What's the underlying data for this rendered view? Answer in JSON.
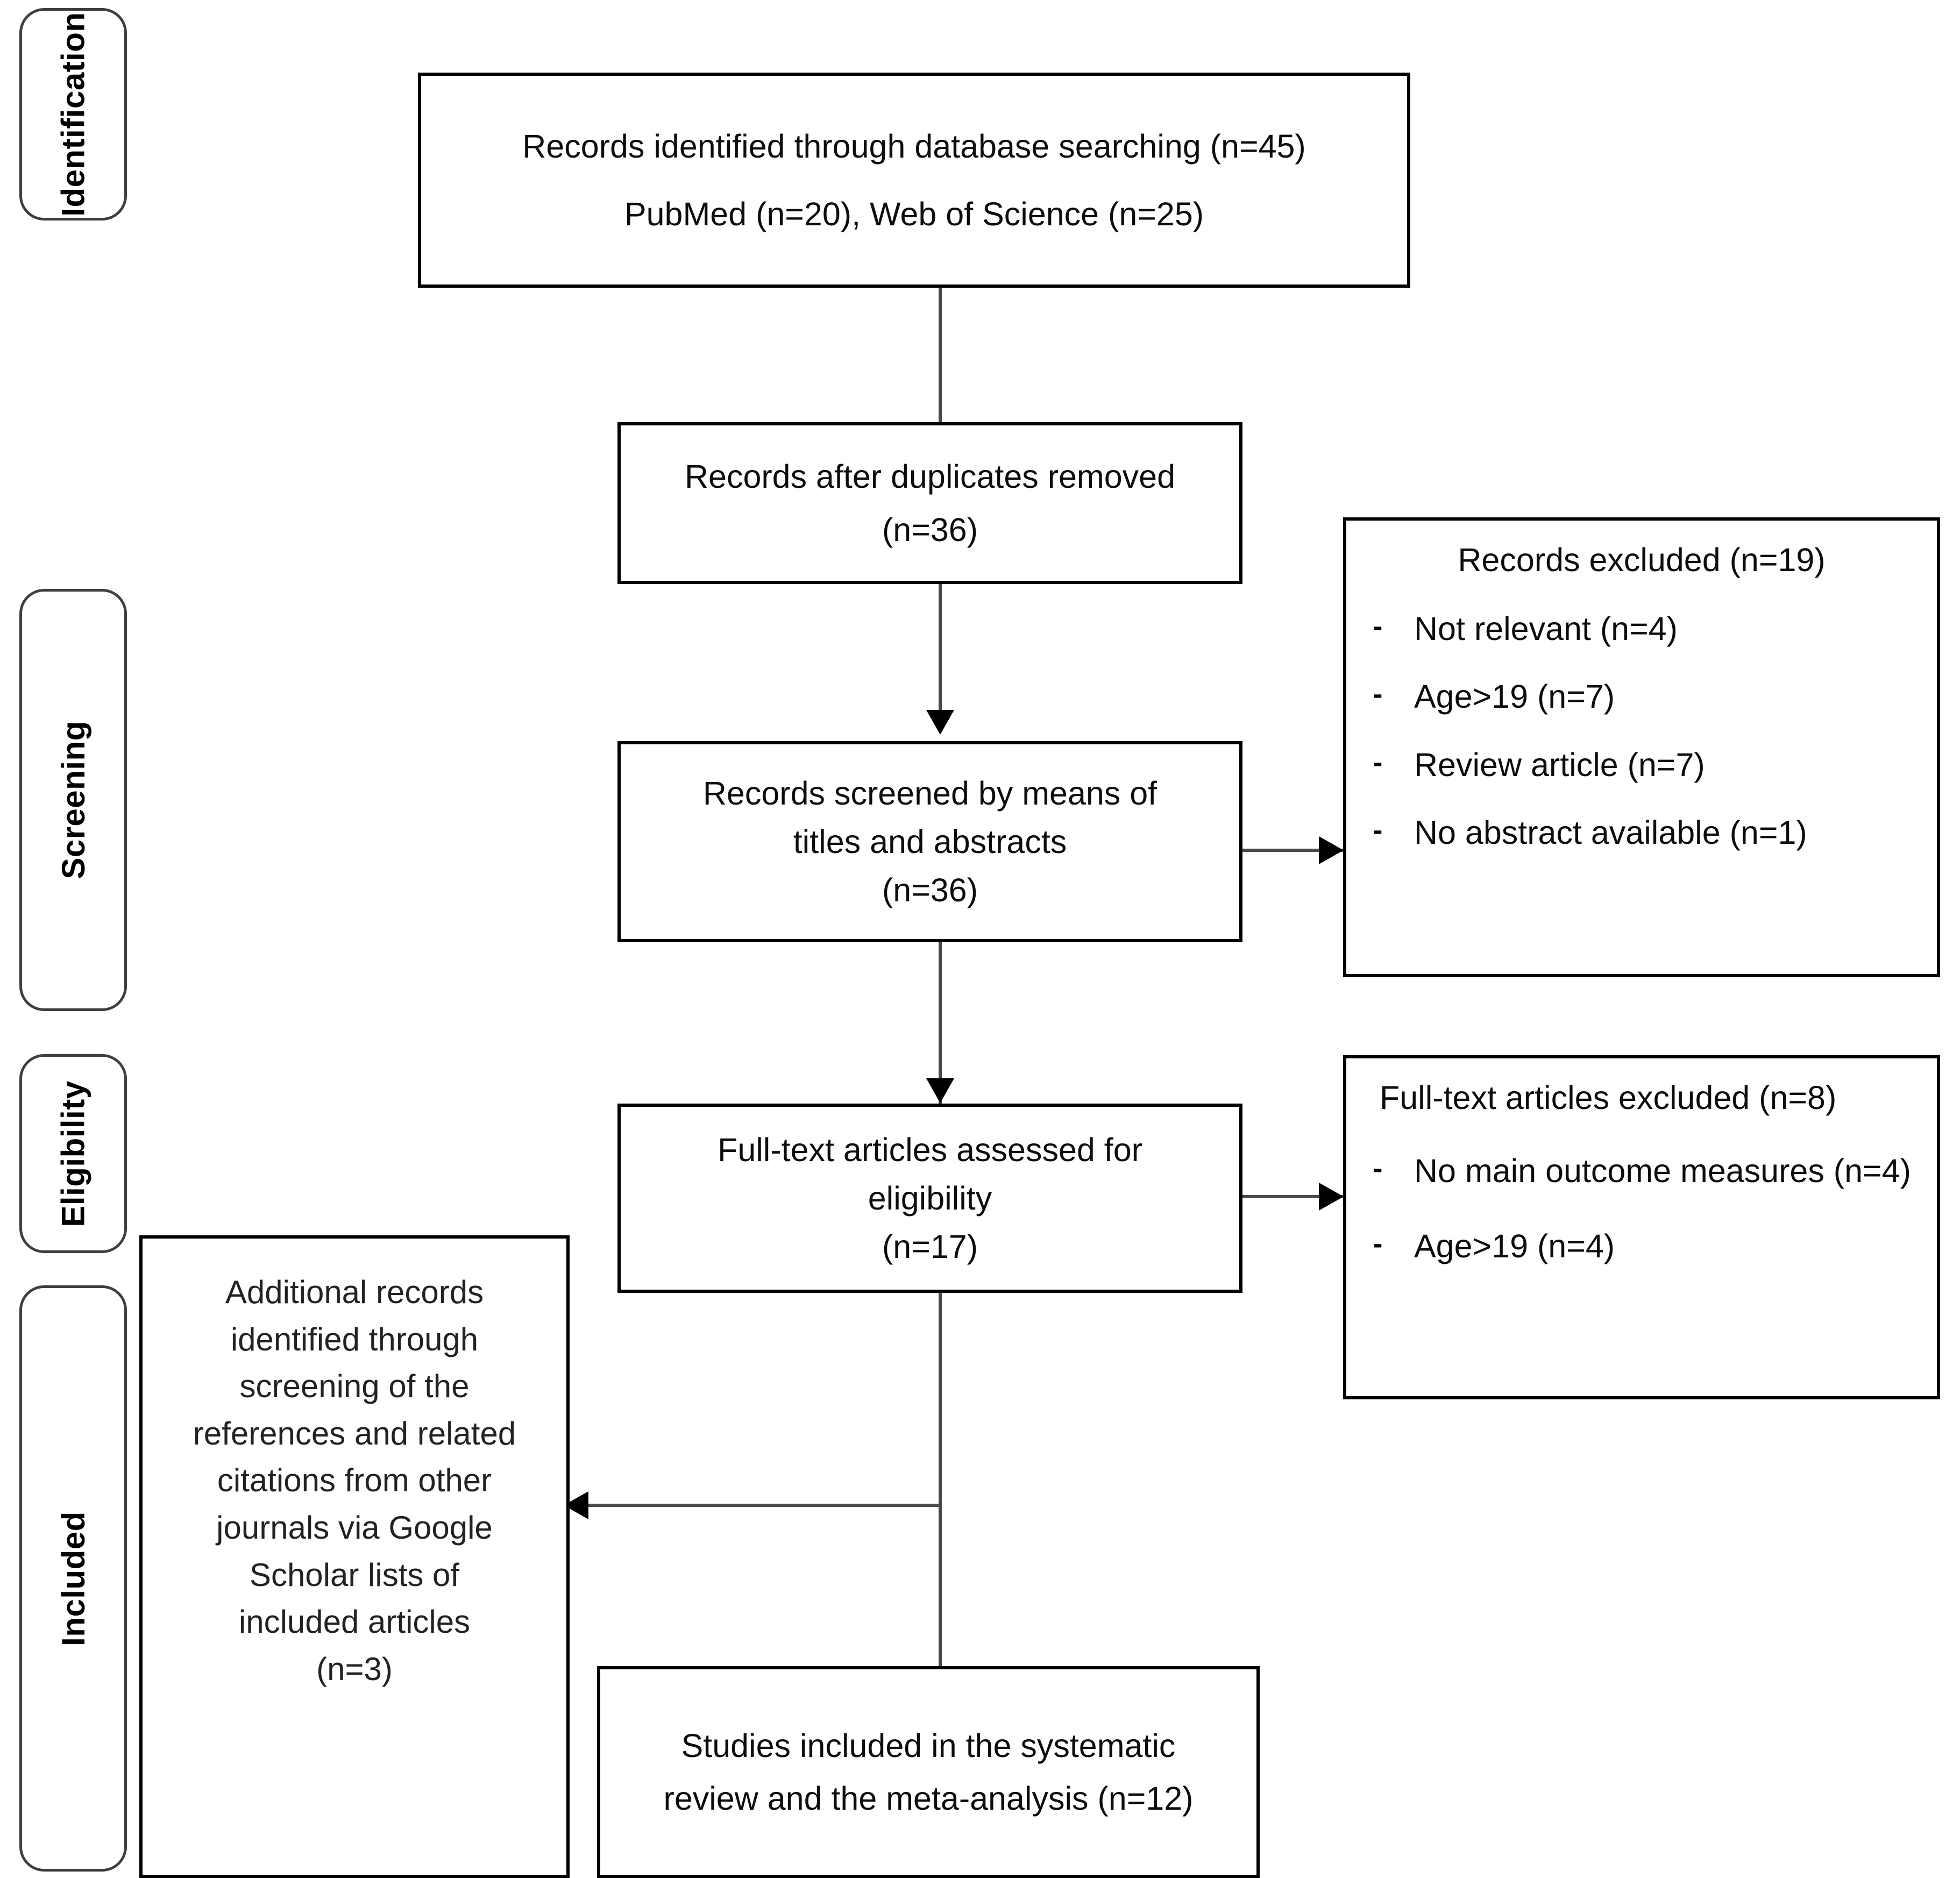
{
  "diagram": {
    "type": "prisma-flow-diagram",
    "title": "PRISMA study selection flow diagram"
  },
  "stages": [
    {
      "label": "Identification"
    },
    {
      "label": "Screening"
    },
    {
      "label": "Eligibility"
    },
    {
      "label": "Included"
    }
  ],
  "boxes": {
    "identified": {
      "line1": "Records identified through database searching (n=45)",
      "line2": "PubMed (n=20), Web of Science (n=25)",
      "n": 45
    },
    "duplicates_removed": {
      "line1": "Records after duplicates removed",
      "line2": "(n=36)",
      "n": 36
    },
    "screened": {
      "line1": "Records screened by means of",
      "line2": "titles and abstracts",
      "line3": "(n=36)",
      "n": 36
    },
    "records_excluded": {
      "heading": "Records excluded (n=19)",
      "n": 19,
      "reasons": [
        {
          "bullet": "-",
          "text": "Not relevant (n=4)",
          "n": 4
        },
        {
          "bullet": "-",
          "text": "Age>19 (n=7)",
          "n": 7
        },
        {
          "bullet": "-",
          "text": "Review article (n=7)",
          "n": 7
        },
        {
          "bullet": "-",
          "text": "No abstract available (n=1)",
          "n": 1
        }
      ]
    },
    "fulltext_assessed": {
      "line1": "Full-text articles assessed for",
      "line2": "eligibility",
      "line3": "(n=17)",
      "n": 17
    },
    "fulltext_excluded": {
      "heading": "Full-text articles excluded (n=8)",
      "n": 8,
      "reasons": [
        {
          "bullet": "-",
          "text": "No main outcome measures (n=4)",
          "n": 4
        },
        {
          "bullet": "-",
          "text": "Age>19 (n=4)",
          "n": 4
        }
      ]
    },
    "additional_records": {
      "lines": [
        "Additional records",
        "identified through",
        "screening of the",
        "references and related",
        "citations from other",
        "journals via Google",
        "Scholar lists of",
        "included articles",
        "(n=3)"
      ],
      "n": 3
    },
    "studies_included": {
      "line1": "Studies included in the systematic",
      "line2": "review and the meta-analysis (n=12)",
      "n": 12
    }
  },
  "colors": {
    "box_border": "#000000",
    "tab_border": "#3f3f3f",
    "connector": "#4a4a4a",
    "background": "#ffffff",
    "text": "#0d0d0d"
  }
}
